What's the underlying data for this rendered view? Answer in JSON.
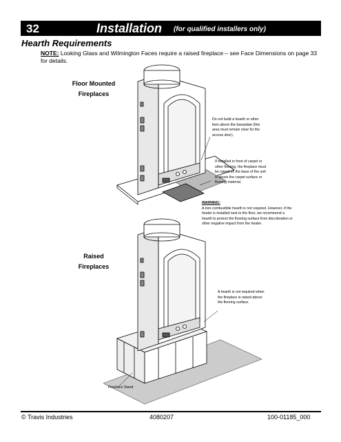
{
  "header": {
    "page_number": "32",
    "chapter": "Installation",
    "chapter_note": "(for qualified installers only)"
  },
  "section": {
    "title": "Hearth Requirements",
    "note_label": "NOTE:",
    "note_text": " Looking Glass and Wilmington Faces require a raised fireplace – see Face Dimensions on page 33 for details."
  },
  "figure1": {
    "label_line1": "Floor Mounted",
    "label_line2": "Fireplaces",
    "callout_baseplate": "Do not build a hearth or other item above the baseplate (this area must remain clear for the access door).",
    "callout_carpet": "If installed in front of carpet or other flooring, the fireplace must be raised so the base of the unit is above the carpet surface or flooring material.",
    "warning_title": "WARNING:",
    "warning_text": "A non-combustible hearth is not required.  However, if the heater is installed next to the floor, we recommend a hearth to protect the flooring surface from discoloration or other negative impact from the heater."
  },
  "figure2": {
    "label_line1": "Raised",
    "label_line2": "Fireplaces",
    "callout_hearth": "A hearth is not required when the fireplace is raised above the flooring surface.",
    "stand_label": "Fireplace Stand"
  },
  "footer": {
    "left": "© Travis Industries",
    "center": "4080207",
    "right": "100-01185_000"
  }
}
